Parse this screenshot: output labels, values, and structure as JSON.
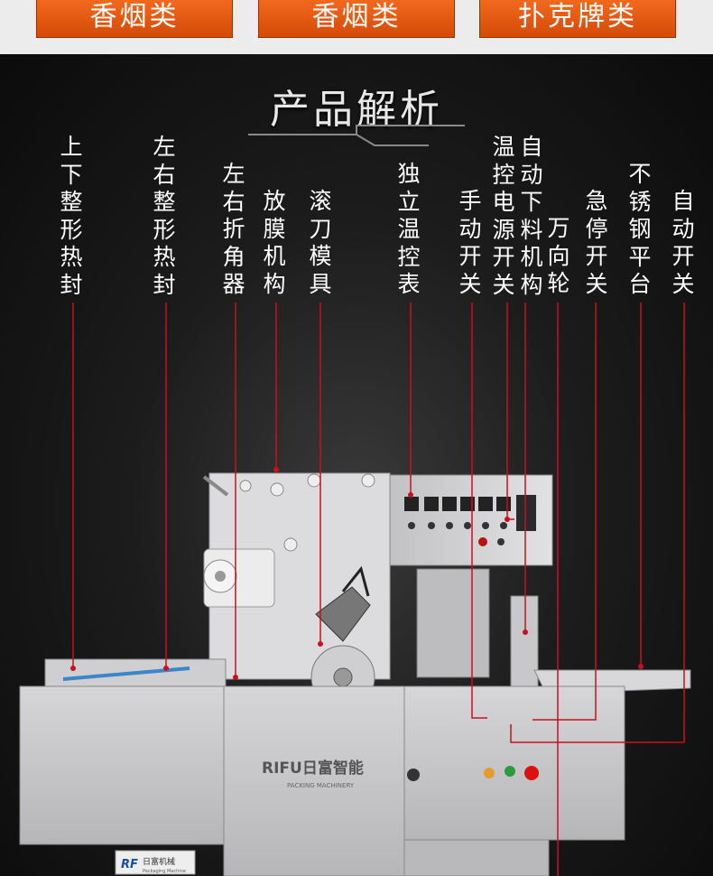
{
  "category_tabs": [
    "香烟类",
    "香烟类",
    "扑克牌类"
  ],
  "section_title": "产品解析",
  "callouts": [
    {
      "id": "upper-lower-shaping-heat-seal",
      "label": "上\n下\n整\n形\n热\n封"
    },
    {
      "id": "left-right-shaping-heat-seal",
      "label": "左\n右\n整\n形\n热\n封"
    },
    {
      "id": "left-right-corner-folder",
      "label": "左\n右\n折\n角\n器"
    },
    {
      "id": "film-release-mechanism",
      "label": "放\n膜\n机\n构"
    },
    {
      "id": "rolling-knife-mold",
      "label": "滚\n刀\n模\n具"
    },
    {
      "id": "independent-temperature-meter",
      "label": "独\n立\n温\n控\n表"
    },
    {
      "id": "manual-switch",
      "label": "手\n动\n开\n关"
    },
    {
      "id": "temp-control-power-switch",
      "label": "温\n控\n电\n源\n开\n关"
    },
    {
      "id": "auto-feeding-mechanism",
      "label": "自\n动\n下\n料\n机\n构"
    },
    {
      "id": "universal-wheel",
      "label": "万\n向\n轮"
    },
    {
      "id": "emergency-stop-switch",
      "label": "急\n停\n开\n关"
    },
    {
      "id": "stainless-steel-platform",
      "label": "不\n锈\n钢\n平\n台"
    },
    {
      "id": "automatic-switch",
      "label": "自\n动\n开\n关"
    }
  ],
  "machine": {
    "brand_logo": "RIFU日富智能",
    "brand_subtitle": "PACKING MACHINERY",
    "nameplate_logo": "RF",
    "nameplate_text": "日富机械",
    "nameplate_sub": "Packaging Machine"
  },
  "colors": {
    "tab_orange": "#e8561a",
    "leader_red": "#c8101e",
    "machine_body": "#c9c9cb",
    "background": "#111111"
  }
}
